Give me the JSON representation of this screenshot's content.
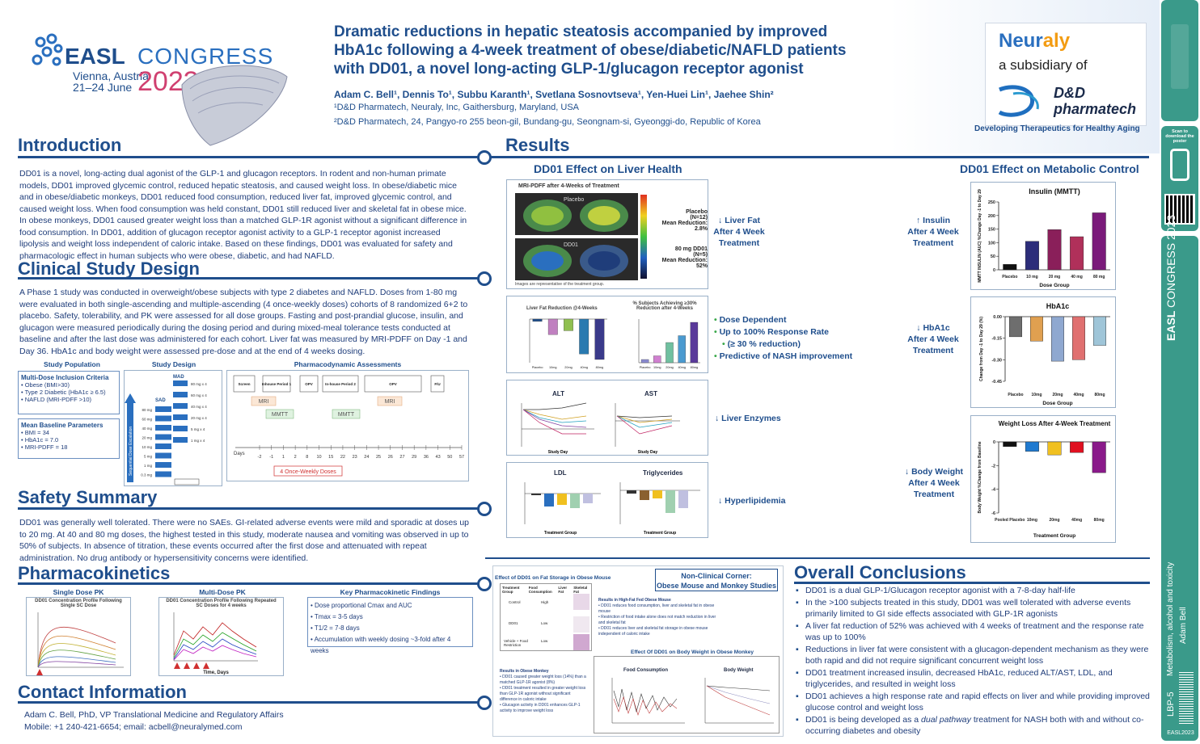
{
  "header": {
    "congress": {
      "easl": "EASL",
      "congress": "CONGRESS",
      "location": "Vienna, Austria",
      "dates": "21–24 June",
      "year": "2023"
    },
    "title_lines": [
      "Dramatic reductions in hepatic steatosis accompanied by improved",
      "HbA1c following a 4-week treatment of obese/diabetic/NAFLD patients",
      "with DD01, a novel long-acting GLP-1/glucagon receptor agonist"
    ],
    "authors": "Adam C. Bell¹, Dennis To¹, Subbu Karanth¹, Svetlana Sosnovtseva¹, Yen-Huei Lin¹, Jaehee Shin²",
    "affiliation1": "¹D&D Pharmatech, Neuraly, Inc, Gaithersburg, Maryland, USA",
    "affiliation2": "²D&D Pharmatech, 24, Pangyo-ro 255 beon-gil, Bundang-gu, Seongnam-si, Gyeonggi-do, Republic of Korea",
    "sponsor": {
      "neur": "Neur",
      "aly": "aly",
      "subsidiary": "a subsidiary of",
      "dd_top": "D&D",
      "dd_bottom": "pharmatech",
      "tagline": "Developing Therapeutics for Healthy Aging"
    },
    "colors": {
      "navy": "#1f4e8c",
      "orange": "#f39c12",
      "green": "#3aa84a",
      "teal": "#3a9a8a"
    }
  },
  "intro": {
    "title": "Introduction",
    "text": "DD01 is a novel, long-acting dual agonist of the GLP-1 and glucagon receptors. In rodent and non-human primate models, DD01 improved glycemic control, reduced hepatic steatosis, and caused weight loss. In obese/diabetic mice and in obese/diabetic monkeys, DD01 reduced food consumption, reduced liver fat, improved glycemic control, and caused weight loss. When food consumption was held constant, DD01 still reduced liver and skeletal fat in obese mice. In obese monkeys, DD01 caused greater weight loss than a matched GLP-1R agonist without a significant difference in food consumption. In DD01, addition of glucagon receptor agonist activity to a GLP-1 receptor agonist increased lipolysis and weight loss independent of caloric intake. Based on these findings, DD01 was evaluated for safety and pharmacologic effect in human subjects who were obese, diabetic, and had NAFLD."
  },
  "design": {
    "title": "Clinical Study Design",
    "text": "A Phase 1 study was conducted in overweight/obese subjects with type 2 diabetes and NAFLD. Doses from 1-80 mg were evaluated in both single-ascending and multiple-ascending (4 once-weekly doses) cohorts of 8 randomized 6+2 to placebo. Safety, tolerability, and PK were assessed for all dose groups. Fasting and post-prandial glucose, insulin, and glucagon were measured periodically during the dosing period and during mixed-meal tolerance tests conducted at baseline and after the last dose was administered for each cohort. Liver fat was measured by MRI-PDFF on Day -1 and Day 36. HbA1c and body weight were assessed pre-dose and at the end of 4 weeks dosing.",
    "study_population": "Study Population",
    "study_design": "Study Design",
    "pd_assessments": "Pharmacodynamic Assessments",
    "inclusion_title": "Multi-Dose Inclusion Criteria",
    "inclusion": [
      "Obese (BMI>30)",
      "Type 2 Diabetic (HbA1c ≥ 6.5)",
      "NAFLD (MRI-PDFF >10)"
    ],
    "baseline_title": "Mean Baseline Parameters",
    "baseline": [
      "BMI = 34",
      "HbA1c = 7.0",
      "MRI-PDFF = 18"
    ],
    "mad": "MAD",
    "sad": "SAD",
    "sad_doses": [
      "80 mg",
      "60 mg",
      "40 mg",
      "20 mg",
      "10 mg",
      "5 mg",
      "1 mg",
      "0.3 mg"
    ],
    "mad_doses": [
      "80 mg x 4",
      "60 mg x 4",
      "40 mg x 4",
      "20 mg x 4",
      "5 mg x 4",
      "1 mg x 4"
    ],
    "axis_label": "Sequential Dose Escalation",
    "pd_flow": [
      "Screen",
      "Inhouse Period 1",
      "OPV",
      "In-house Period 2",
      "OPV",
      "F/U"
    ],
    "mri": "MRI",
    "mmtt": "MMTT",
    "days_label": "Days",
    "days": [
      "-2",
      "-1",
      "1",
      "2",
      "8",
      "10",
      "15",
      "22",
      "23",
      "24",
      "25",
      "26",
      "27",
      "29",
      "36",
      "43",
      "50",
      "57"
    ],
    "weekly_doses": "4 Once-Weekly Doses"
  },
  "safety": {
    "title": "Safety Summary",
    "text": "DD01 was generally well tolerated. There were no SAEs. GI-related adverse events were mild and sporadic at doses up to 20 mg. At 40 and 80 mg doses, the highest tested in this study, moderate nausea and vomiting was observed in up to 50% of subjects. In absence of titration, these events occurred after the first dose and attenuated with repeat administration. No drug antibody or hypersensitivity concerns were identified."
  },
  "pk": {
    "title": "Pharmacokinetics",
    "single": "Single Dose PK",
    "single_chart_title": "DD01 Concentration Profile Following Single SC Dose",
    "multi": "Multi-Dose PK",
    "multi_chart_title": "DD01 Concentration Profile Following Repeated SC Doses for 4 weeks",
    "multi_xlabel": "Time, Days",
    "findings_title": "Key Pharmacokinetic Findings",
    "findings": [
      "Dose proportional Cmax and AUC",
      "Tmax = 3-5 days",
      "T1/2 = 7-8 days",
      "Accumulation with weekly dosing ~3-fold after 4 weeks"
    ]
  },
  "contact": {
    "title": "Contact Information",
    "line1": "Adam C. Bell, PhD, VP Translational Medicine and Regulatory Affairs",
    "line2": "Mobile: +1 240-421-6654; email: acbell@neuralymed.com"
  },
  "results": {
    "title": "Results",
    "liver_health": "DD01 Effect on Liver Health",
    "metabolic": "DD01 Effect on Metabolic Control",
    "mri_title": "MRI-PDFF after 4-Weeks of Treatment",
    "mri_placebo": "Placebo",
    "mri_dd01": "DD01",
    "mri_note": "Images are representative of the treatment group.",
    "placebo_label": "Placebo",
    "placebo_n": "(N=12)",
    "placebo_red": "Mean Reduction: 2.8%",
    "dd01_label": "80 mg DD01",
    "dd01_n": "(N=5)",
    "dd01_red": "Mean Reduction: 52%",
    "ann_liver_fat": [
      "↓ Liver Fat",
      "After 4 Week",
      "Treatment"
    ],
    "ann_insulin": [
      "↑ Insulin",
      "After 4 Week",
      "Treatment"
    ],
    "ann_hba1c": [
      "↓ HbA1c",
      "After 4 Week",
      "Treatment"
    ],
    "ann_bw": [
      "↓ Body Weight",
      "After 4 Week",
      "Treatment"
    ],
    "dose_bullets": [
      "Dose Dependent",
      "Up to 100% Response Rate",
      "(≥ 30 % reduction)",
      "Predictive of NASH improvement"
    ],
    "ann_enzymes": "↓ Liver Enzymes",
    "ann_lipids": "↓ Hyperlipidemia",
    "lf_chart_title": "Liver Fat Reduction @4-Weeks",
    "resp_chart_title": "% Subjects Achieving ≥30% Reduction after 4-Weeks",
    "alt": "ALT",
    "ast": "AST",
    "ldl": "LDL",
    "tg": "Triglycerides",
    "study_day": "Study Day",
    "treatment_group": "Treatment Group"
  },
  "chart_data": [
    {
      "type": "bar",
      "title": "Insulin (MMTT)",
      "categories": [
        "Placebo",
        "10 mg",
        "20 mg",
        "40 mg",
        "80 mg"
      ],
      "values": [
        20,
        105,
        148,
        122,
        210
      ],
      "ylabel": "MMTT INSULIN (AUC) %Change Day -1 to Day 29",
      "xlabel": "Dose Group",
      "ylim": [
        0,
        250
      ],
      "yticks": [
        "0",
        "50",
        "100",
        "150",
        "200",
        "250"
      ],
      "colors": [
        "#111111",
        "#2c2d7a",
        "#8a1f5a",
        "#b0305a",
        "#7a1a7a"
      ]
    },
    {
      "type": "bar",
      "title": "HbA1c",
      "categories": [
        "Placebo",
        "10mg",
        "20mg",
        "40mg",
        "80mg"
      ],
      "values": [
        -0.14,
        -0.17,
        -0.31,
        -0.3,
        -0.2
      ],
      "ylabel": "Change from Day -1 to Day 29 (%)",
      "xlabel": "Dose Group",
      "ylim": [
        -0.45,
        0
      ],
      "yticks": [
        "0.00",
        "-0.15",
        "-0.30",
        "-0.45"
      ],
      "colors": [
        "#6e6e6e",
        "#e0a050",
        "#8fa8d0",
        "#e07070",
        "#9fc5d8"
      ]
    },
    {
      "type": "bar",
      "title": "Weight Loss After 4-Week Treatment",
      "categories": [
        "Pooled Placebo",
        "10mg",
        "20mg",
        "40mg",
        "80mg"
      ],
      "values": [
        -0.4,
        -0.8,
        -1.1,
        -0.9,
        -2.6
      ],
      "ylabel": "Body Weight %Change from Baseline",
      "xlabel": "Treatment Group",
      "ylim": [
        -6,
        0
      ],
      "yticks": [
        "0",
        "-2",
        "-4",
        "-6"
      ],
      "colors": [
        "#111111",
        "#1f7ad0",
        "#f0c020",
        "#e01020",
        "#8a1a8a"
      ]
    },
    {
      "type": "bar",
      "title": "Liver Fat Reduction @4-Weeks",
      "categories": [
        "Placebo",
        "10mg",
        "20mg",
        "40mg",
        "80mg"
      ],
      "values": [
        -3,
        -20,
        -15,
        -45,
        -52
      ],
      "colors": [
        "#1f4e8c",
        "#c080c0",
        "#90c050",
        "#2a7ab0",
        "#3a3a8a"
      ]
    },
    {
      "type": "bar",
      "title": "% Subjects Achieving ≥30% Reduction after 4-Weeks",
      "categories": [
        "Placebo",
        "10mg",
        "20mg",
        "40mg",
        "80mg"
      ],
      "values": [
        8,
        17,
        50,
        67,
        100
      ],
      "colors": [
        "#8a8ad0",
        "#d080d0",
        "#70c0a0",
        "#4a9ad0",
        "#5a3a9a"
      ]
    }
  ],
  "nonclinical": {
    "title_line1": "Non-Clinical Corner:",
    "title_line2": "Obese Mouse and Monkey Studies",
    "fat_storage": "Effect of DD01 on Fat Storage in Obese Mouse",
    "hfd_title": "Results in High-Fat Fed Obese Mouse",
    "hfd": [
      "DD01 reduces food consumption, liver and skeletal fat in obese mouse",
      "Restriction of food intake alone does not match reduction in liver and skeletal fat",
      "DD01 reduces liver and skeletal fat storage in obese mouse independent of caloric intake"
    ],
    "monkey_title": "Results in Obese Monkey",
    "monkey": [
      "DD01 caused greater weight loss (14%) than a matched GLP-1R agonist (8%)",
      "DD01 treatment resulted in greater weight loss than GLP-1R agonist without significant difference in caloric intake",
      "Glucagon activity in DD01 enhances GLP-1 activity to improve weight loss"
    ],
    "bw_title": "Effect Of DD01 on Body Weight in Obese Monkey",
    "food": "Food Consumption",
    "bodyweight": "Body Weight",
    "table_headers": [
      "Treatment Group",
      "Food Consumption",
      "Liver Fat",
      "Skeletal Fat"
    ],
    "table_rows": [
      "Control",
      "DD01",
      "Vehicle + Food Restriction"
    ],
    "table_food": [
      "High",
      "Low",
      "Low"
    ]
  },
  "conclusions": {
    "title": "Overall Conclusions",
    "items": [
      "DD01 is a dual GLP-1/Glucagon receptor agonist with a 7-8-day half-life",
      "In the >100 subjects treated in this study, DD01 was well tolerated with adverse events primarily limited to GI side effects associated with GLP-1R agonists",
      "A liver fat reduction of 52% was achieved with 4 weeks of treatment and the response rate was up to 100%",
      "Reductions in liver fat were consistent with a glucagon-dependent mechanism as they were both rapid and did not require significant concurrent weight loss",
      "DD01 treatment increased insulin, decreased HbA1c, reduced ALT/AST, LDL, and triglycerides, and resulted in weight loss",
      "DD01 achieves a high response rate and rapid effects on liver and while providing improved glucose control and weight loss"
    ],
    "last_prefix": "DD01 is being developed as a ",
    "last_em": "dual pathway",
    "last_suffix": " treatment for NASH both with and without co-occurring diabetes and obesity"
  },
  "strip": {
    "scan": "Scan to download the poster",
    "easl": "EASL",
    "congress": "CONGRESS 2023",
    "topic": "Metabolism, alcohol and toxicity",
    "author": "Adam Bell",
    "code": "LBP-5",
    "id": "EASL2023"
  }
}
